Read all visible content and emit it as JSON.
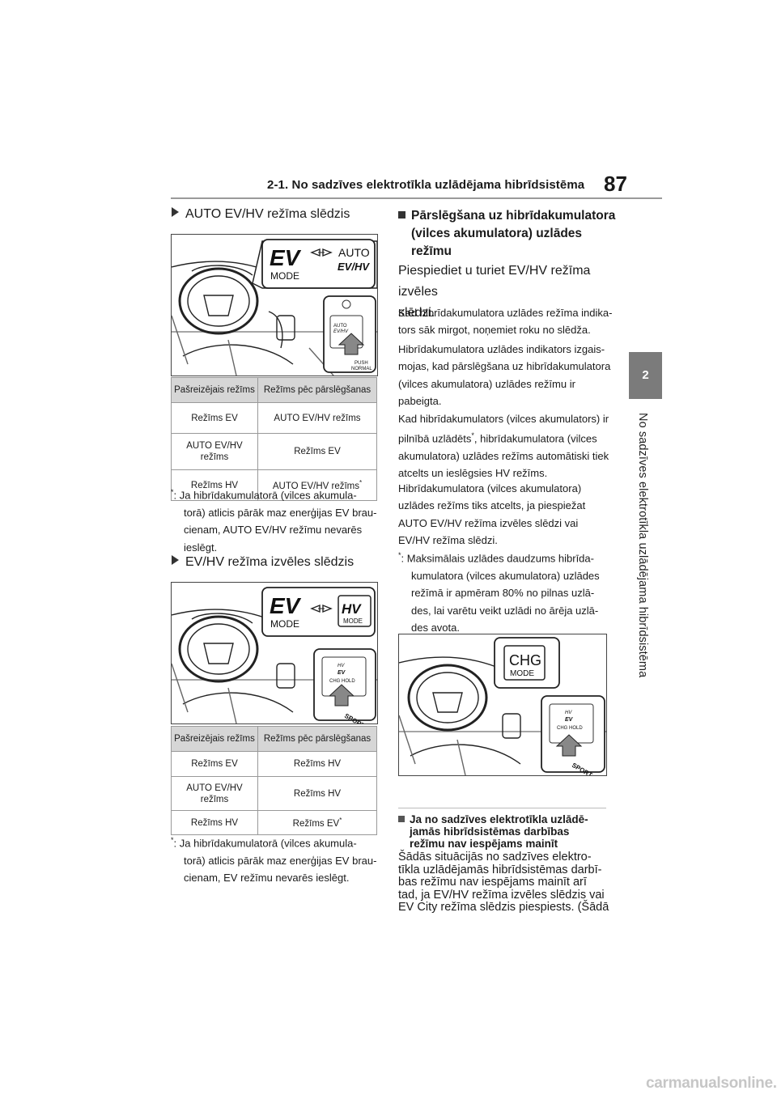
{
  "header": {
    "running_title": "2-1. No sadzīves elektrotīkla uzlādējama hibrīdsistēma",
    "page_number": "87"
  },
  "side_tab": {
    "chapter": "2",
    "text": "No sadzīves elektrotīkla uzlādējama hibrīdsistēma"
  },
  "left": {
    "section1": {
      "title": "AUTO EV/HV režīma slēdzis",
      "figure": {
        "ev": "EV",
        "mode": "MODE",
        "auto": "AUTO",
        "evhv": "EV/HV",
        "btn_auto": "AUTO",
        "btn_evhv": "EV/HV",
        "push": "PUSH",
        "normal": "NORMAL"
      },
      "table": {
        "headers": [
          "Pašreizējais režīms",
          "Režīms pēc pārslēgšanas"
        ],
        "rows": [
          {
            "cur_a": "Režīms EV",
            "cur_b": "",
            "next": "AUTO EV/HV režīms",
            "star": ""
          },
          {
            "cur_a": "AUTO EV/HV",
            "cur_b": "režīms",
            "next": "Režīms EV",
            "star": ""
          },
          {
            "cur_a": "Režīms HV",
            "cur_b": "",
            "next": "AUTO EV/HV režīms",
            "star": "*"
          }
        ]
      },
      "footnote": {
        "mark": "*",
        "lines": [
          "Ja hibrīdakumulatorā (vilces akumula-",
          "torā) atlicis pārāk maz enerģijas EV brau-",
          "cienam, AUTO EV/HV režīmu nevarēs",
          "ieslēgt."
        ]
      }
    },
    "section2": {
      "title": "EV/HV režīma izvēles slēdzis",
      "figure": {
        "ev": "EV",
        "mode": "MODE",
        "hv": "HV",
        "hv_mode": "MODE",
        "btn_top": "HV",
        "btn_ev": "EV",
        "chg_hold": "CHG HOLD",
        "sport": "SPORT"
      },
      "table": {
        "headers": [
          "Pašreizējais režīms",
          "Režīms pēc pārslēgšanas"
        ],
        "rows": [
          {
            "cur_a": "Režīms EV",
            "cur_b": "",
            "next": "Režīms HV",
            "star": ""
          },
          {
            "cur_a": "AUTO EV/HV",
            "cur_b": "režīms",
            "next": "Režīms HV",
            "star": ""
          },
          {
            "cur_a": "Režīms HV",
            "cur_b": "",
            "next": "Režīms EV",
            "star": "*"
          }
        ]
      },
      "footnote": {
        "mark": "*",
        "lines": [
          "Ja hibrīdakumulatorā (vilces akumula-",
          "torā) atlicis pārāk maz enerģijas EV brau-",
          "cienam, EV režīmu nevarēs ieslēgt."
        ]
      }
    }
  },
  "right": {
    "heading_lines": [
      "Pārslēgšana uz hibrīdakumulatora",
      "(vilces akumulatora) uzlādes",
      "režīmu"
    ],
    "instruction_lines": [
      "Piespiediet u turiet EV/HV režīma izvēles",
      "slēdzi."
    ],
    "para1": [
      "Kad hibrīdakumulatora uzlādes režīma indika-",
      "tors sāk mirgot, noņemiet roku no slēdža."
    ],
    "para2": [
      "Hibrīdakumulatora uzlādes indikators izgais-",
      "mojas, kad pārslēgšana uz hibrīdakumulatora",
      "(vilces akumulatora) uzlādes režīmu ir",
      "pabeigta."
    ],
    "para3": {
      "l1": "Kad hibrīdakumulators (vilces akumulators) ir",
      "l2a": "pilnībā uzlādēts",
      "star": "*",
      "l2b": ", hibrīdakumulatora (vilces",
      "l3": "akumulatora) uzlādes režīms automātiski tiek",
      "l4": "atcelts un ieslēgsies HV režīms."
    },
    "para4": [
      "Hibrīdakumulatora (vilces akumulatora)",
      "uzlādes režīms tiks atcelts, ja piespiežat",
      "AUTO EV/HV režīma izvēles slēdzi vai",
      "EV/HV režīma slēdzi."
    ],
    "footnote": {
      "mark": "*",
      "lines": [
        "Maksimālais uzlādes daudzums hibrīda-",
        "kumulatora (vilces akumulatora) uzlādes",
        "režīmā ir apmēram 80% no pilnas uzlā-",
        "des, lai varētu veikt uzlādi no ārēja uzlā-",
        "des avota."
      ]
    },
    "figure": {
      "chg": "CHG",
      "mode": "MODE",
      "btn_hv": "HV",
      "btn_ev": "EV",
      "chg_hold": "CHG HOLD",
      "sport": "SPORT"
    },
    "subheading_lines": [
      "Ja no sadzīves elektrotīkla uzlādē-",
      "jamās hibrīdsistēmas darbības",
      "režīmu nav iespējams mainīt"
    ],
    "body_lines": [
      "Šādās situācijās no sadzīves elektro-",
      "tīkla uzlādējamās hibrīdsistēmas darbī-",
      "bas režīmu nav iespējams mainīt arī",
      "tad, ja EV/HV režīma izvēles slēdzis vai",
      "EV City režīma slēdzis piespiests. (Šādā"
    ]
  },
  "watermark": "carmanualsonline.info",
  "colors": {
    "tab_bg": "#7b7b7b",
    "table_header_bg": "#d6d6d6",
    "rule": "#9a9a9a",
    "watermark": "#c6c6c6"
  }
}
